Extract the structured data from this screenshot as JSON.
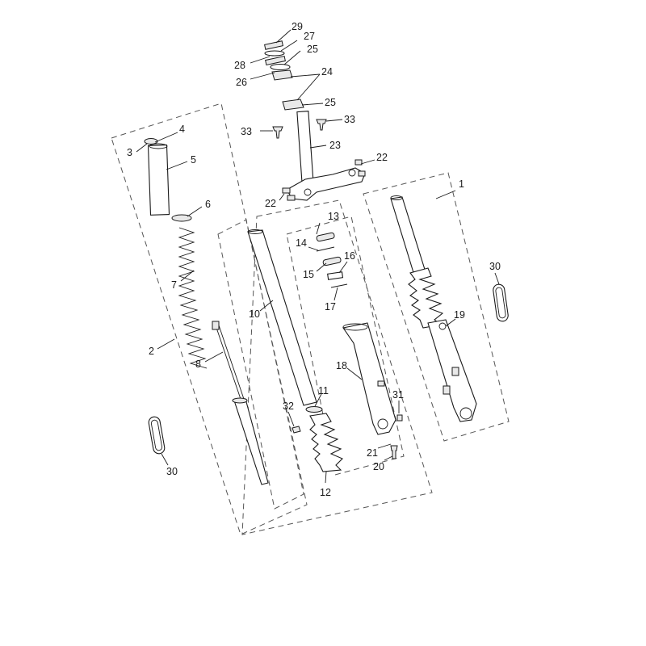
{
  "diagram": {
    "callouts": [
      {
        "id": "c1",
        "label": "1"
      },
      {
        "id": "c2",
        "label": "2"
      },
      {
        "id": "c3",
        "label": "3"
      },
      {
        "id": "c4",
        "label": "4"
      },
      {
        "id": "c5",
        "label": "5"
      },
      {
        "id": "c6",
        "label": "6"
      },
      {
        "id": "c7",
        "label": "7"
      },
      {
        "id": "c8",
        "label": "8"
      },
      {
        "id": "c10",
        "label": "10"
      },
      {
        "id": "c11",
        "label": "11"
      },
      {
        "id": "c12",
        "label": "12"
      },
      {
        "id": "c13",
        "label": "13"
      },
      {
        "id": "c14",
        "label": "14"
      },
      {
        "id": "c15",
        "label": "15"
      },
      {
        "id": "c16",
        "label": "16"
      },
      {
        "id": "c17",
        "label": "17"
      },
      {
        "id": "c18",
        "label": "18"
      },
      {
        "id": "c19",
        "label": "19"
      },
      {
        "id": "c20",
        "label": "20"
      },
      {
        "id": "c21",
        "label": "21"
      },
      {
        "id": "c22a",
        "label": "22"
      },
      {
        "id": "c22b",
        "label": "22"
      },
      {
        "id": "c23",
        "label": "23"
      },
      {
        "id": "c24",
        "label": "24"
      },
      {
        "id": "c25a",
        "label": "25"
      },
      {
        "id": "c25b",
        "label": "25"
      },
      {
        "id": "c26",
        "label": "26"
      },
      {
        "id": "c27",
        "label": "27"
      },
      {
        "id": "c28",
        "label": "28"
      },
      {
        "id": "c29",
        "label": "29"
      },
      {
        "id": "c30a",
        "label": "30"
      },
      {
        "id": "c30b",
        "label": "30"
      },
      {
        "id": "c31",
        "label": "31"
      },
      {
        "id": "c32",
        "label": "32"
      },
      {
        "id": "c33a",
        "label": "33"
      },
      {
        "id": "c33b",
        "label": "33"
      }
    ]
  }
}
